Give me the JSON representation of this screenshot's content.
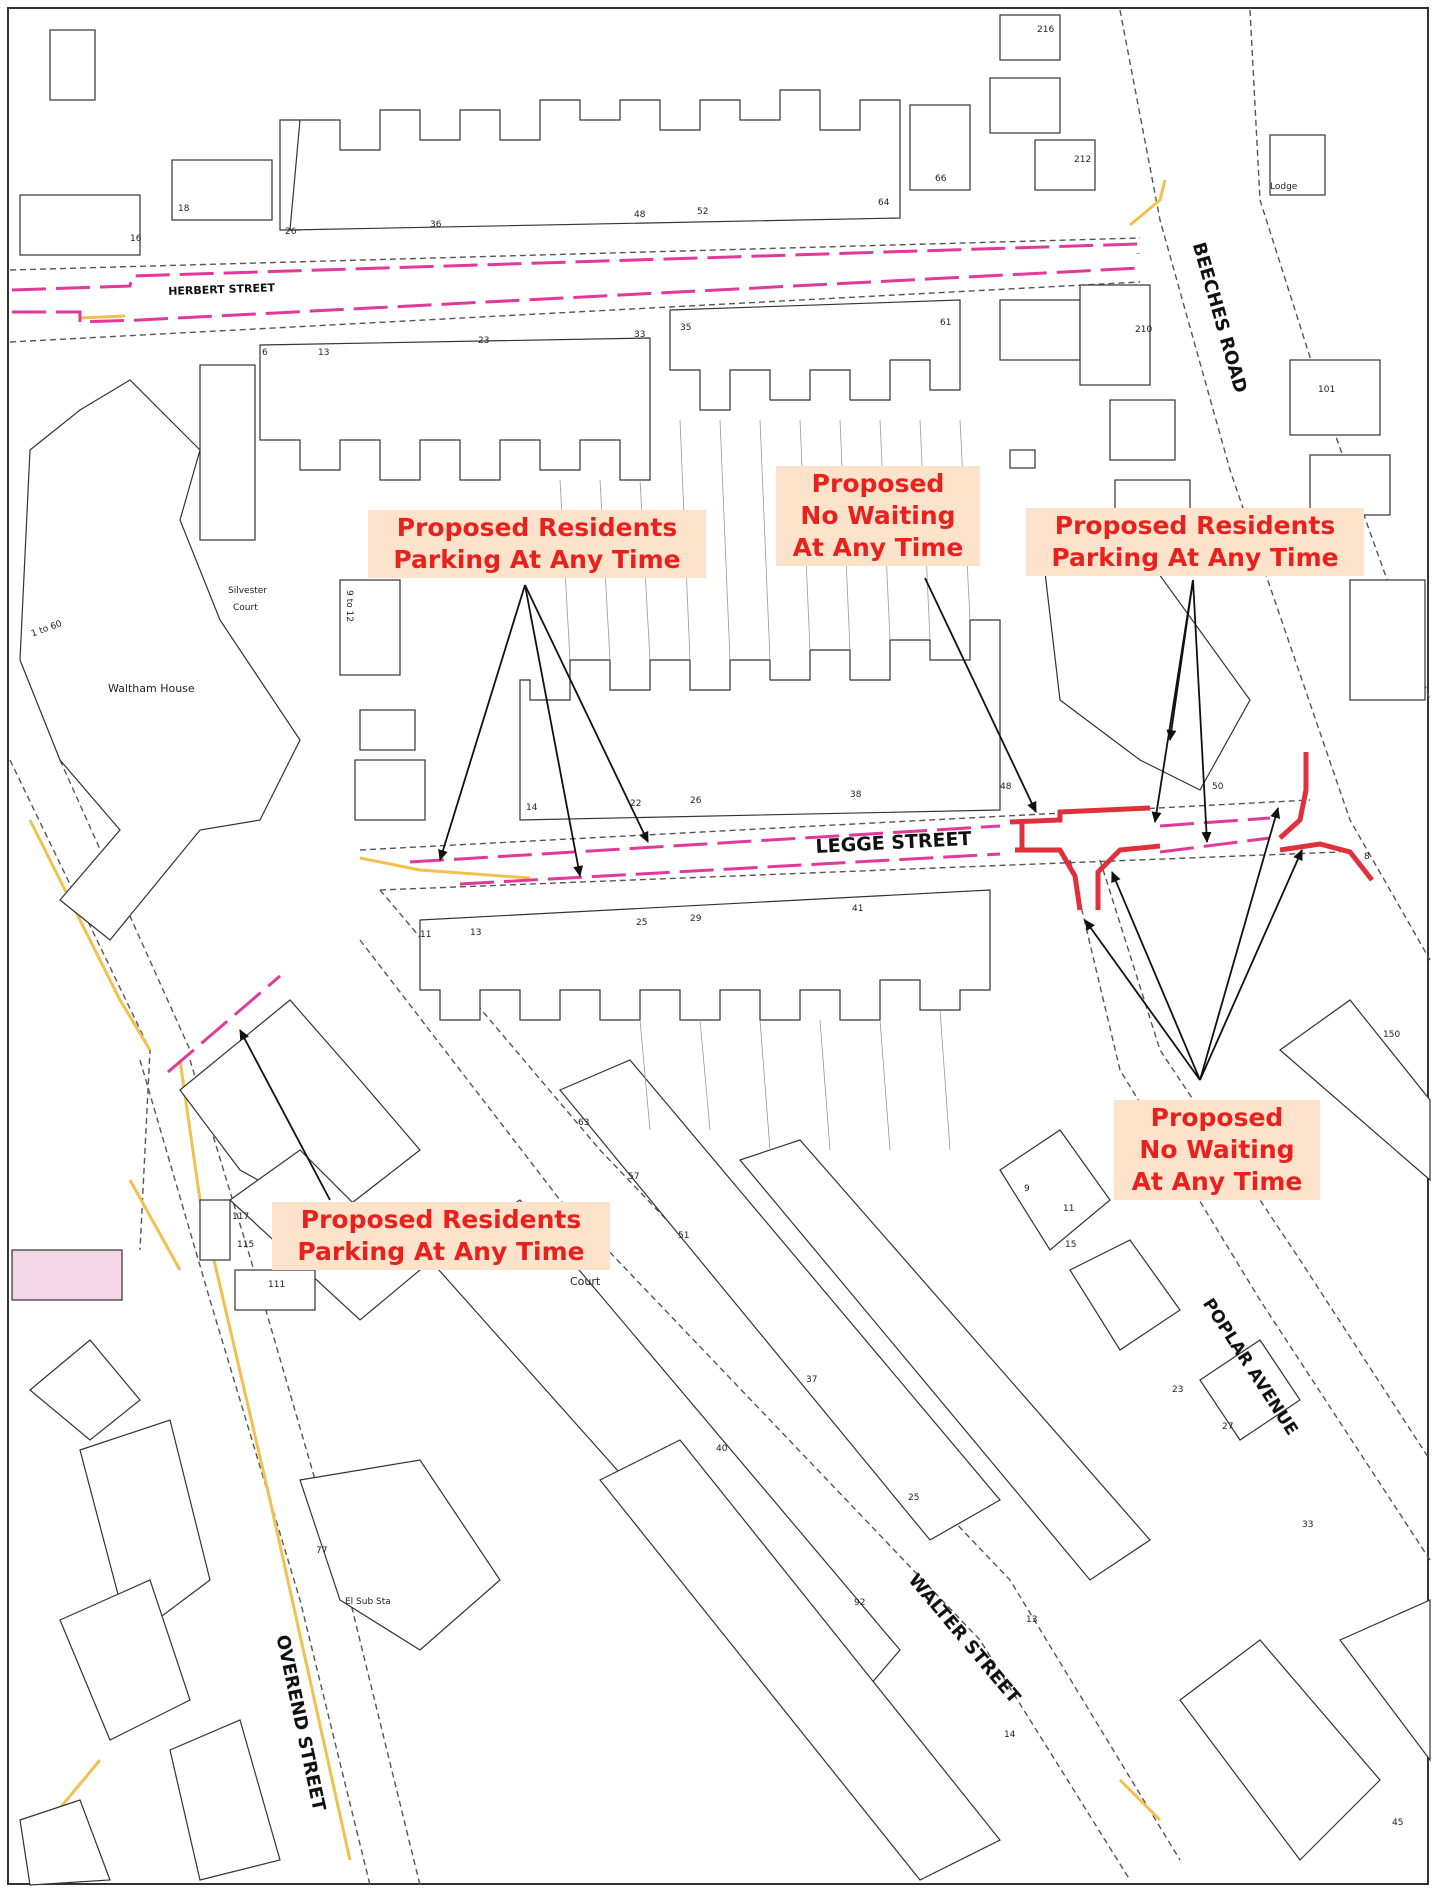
{
  "map": {
    "roads": {
      "herbert": "HERBERT STREET",
      "beeches": "BEECHES ROAD",
      "legge": "LEGGE STREET",
      "poplar": "POPLAR AVENUE",
      "walter": "WALTER STREET",
      "overend": "OVEREND STREET"
    },
    "places": {
      "waltham": "Waltham House",
      "silvester_1": "Silvester",
      "silvester_2": "Court",
      "lodge": "Lodge",
      "court": "Court",
      "el_sub": "El Sub Sta",
      "flats_1_60": "1 to 60",
      "flats_9_12": "9 to 12"
    },
    "callouts": {
      "residents_left": {
        "line1": "Proposed Residents",
        "line2": "Parking At Any Time"
      },
      "no_waiting_top": {
        "line1": "Proposed",
        "line2": "No Waiting",
        "line3": "At Any Time"
      },
      "residents_right": {
        "line1": "Proposed Residents",
        "line2": "Parking At Any Time"
      },
      "residents_bottom": {
        "line1": "Proposed Residents",
        "line2": "Parking At Any Time"
      },
      "no_waiting_bottom": {
        "line1": "Proposed",
        "line2": "No Waiting",
        "line3": "At Any Time"
      }
    },
    "house_numbers": [
      "16",
      "18",
      "26",
      "36",
      "48",
      "52",
      "64",
      "66",
      "212",
      "216",
      "210",
      "6",
      "13",
      "23",
      "33",
      "35",
      "61",
      "14",
      "22",
      "26",
      "38",
      "48",
      "50",
      "11",
      "13",
      "25",
      "29",
      "41",
      "63",
      "57",
      "51",
      "37",
      "25",
      "13",
      "92",
      "40",
      "14",
      "77",
      "117",
      "115",
      "111",
      "101",
      "150",
      "15",
      "11",
      "9",
      "23",
      "27",
      "33",
      "45",
      "8"
    ],
    "colors": {
      "residents_line": "#e0399a",
      "no_waiting_line": "#e0303c",
      "callout_bg": "#fde2cc",
      "callout_text": "#e8211d",
      "kerb": "#f3c04f"
    }
  }
}
